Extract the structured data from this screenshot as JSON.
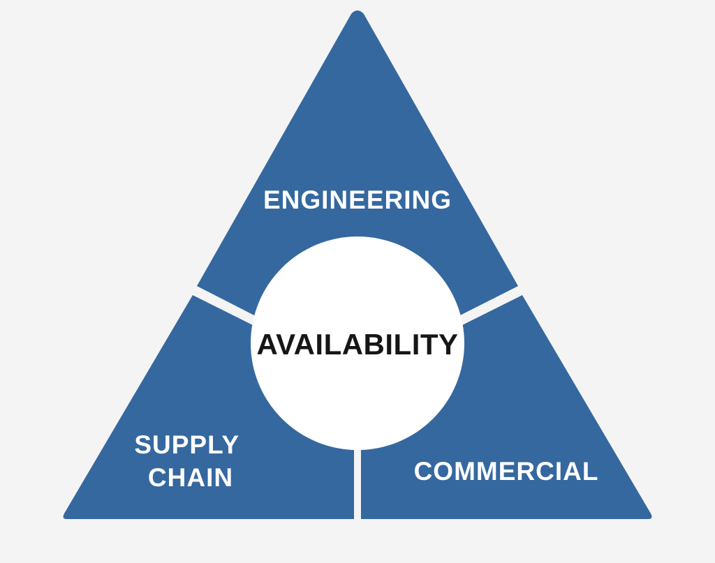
{
  "diagram": {
    "center": {
      "label": "AVAILABILITY"
    },
    "segments": {
      "engineering": {
        "label": "ENGINEERING"
      },
      "supply_chain": {
        "label_line1": "SUPPLY",
        "label_line2": "CHAIN"
      },
      "commercial": {
        "label": "COMMERCIAL"
      }
    }
  },
  "colors": {
    "background": "#f4f4f4",
    "segment_fill": "#35689f",
    "segment_text": "#ffffff",
    "center_fill": "#ffffff",
    "center_text": "#161616",
    "divider": "#ffffff"
  }
}
